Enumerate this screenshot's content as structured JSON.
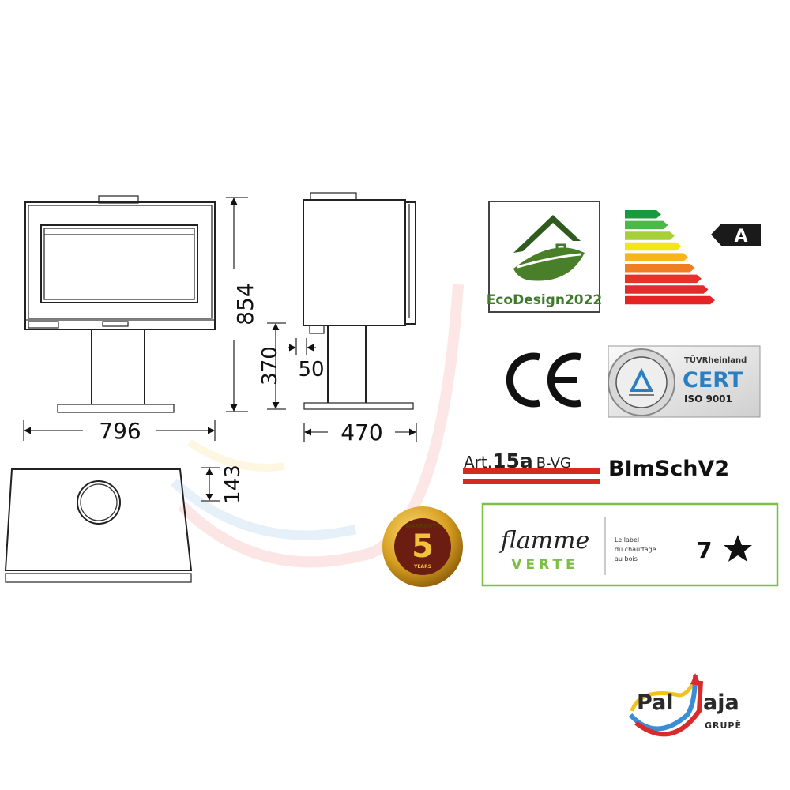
{
  "dimensions": {
    "width_front": "796",
    "height_total": "854",
    "leg_height": "370",
    "leg_width": "50",
    "depth_side": "470",
    "flue_offset": "143"
  },
  "labels": {
    "ecodesign": "EcoDesign2022",
    "energy_class": "A",
    "ce": "CE",
    "tuv_brand": "TÜVRheinland",
    "tuv_cert": "CERT",
    "tuv_iso": "ISO 9001",
    "art15a_prefix": "Art.",
    "art15a_number": "15a",
    "art15a_suffix": "B-VG",
    "bimschv": "BImSchV2",
    "warranty_top": "WARRANTY",
    "warranty_years": "5",
    "warranty_unit": "YEARS",
    "flamme": "flamme",
    "verte": "VERTE",
    "flamme_tagline_1": "Le label",
    "flamme_tagline_2": "du chauffage",
    "flamme_tagline_3": "au bois",
    "flamme_rating": "7"
  },
  "logo": {
    "name_left": "Pal",
    "name_right": "aja",
    "subtitle": "GRUPË"
  },
  "colors": {
    "energy_scale": [
      "#1a9a3c",
      "#4cb848",
      "#a6cf38",
      "#f2e61a",
      "#f7b51c",
      "#ef7d22",
      "#e5332a",
      "#e42a2a",
      "#e42424"
    ],
    "eco_green": "#3f7a2a",
    "cert_blue": "#2a7ec2",
    "flamme_green": "#7bc043",
    "austria_red": "#d52b1e"
  }
}
